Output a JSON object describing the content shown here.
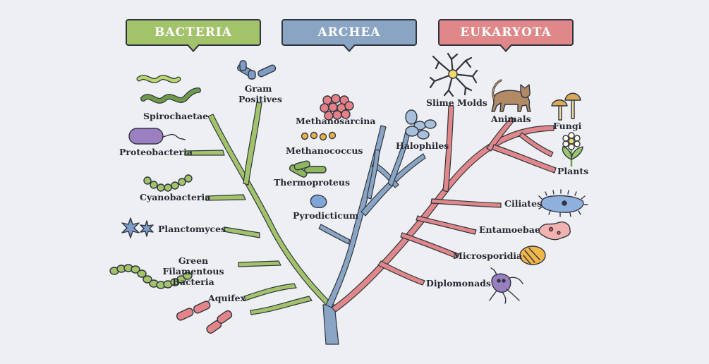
{
  "domains": {
    "bacteria": {
      "label": "BACTERIA",
      "color": "#a3c36b"
    },
    "archaea": {
      "label": "ARCHEA",
      "color": "#8aa5c4"
    },
    "eukaryota": {
      "label": "EUKARYOTA",
      "color": "#e08789"
    }
  },
  "bacteria_groups": {
    "gram_positives": "Gram\nPositives",
    "spirochaetae": "Spirochaetae",
    "proteobacteria": "Proteobacteria",
    "cyanobacteria": "Cyanobacteria",
    "planctomyces": "Planctomyces",
    "green_filamentous": "Green Filamentous\nBacteria",
    "aquifex": "Aquifex"
  },
  "archaea_groups": {
    "methanosarcina": "Methanosarcina",
    "methanococcus": "Methanococcus",
    "halophiles": "Halophiles",
    "thermoproteus": "Thermoproteus",
    "pyrodicticum": "Pyrodicticum"
  },
  "eukaryota_groups": {
    "slime_molds": "Slime Molds",
    "animals": "Animals",
    "fungi": "Fungi",
    "plants": "Plants",
    "ciliates": "Ciliates",
    "entamoebae": "Entamoebae",
    "microsporidia": "Microsporidia",
    "diplomonads": "Diplomonads"
  },
  "colors": {
    "outline": "#2f3540",
    "trunk": "#8aa5c4",
    "spirochaete_light": "#b9d86a",
    "spirochaete_dark": "#6f9a4a",
    "proteo": "#9b7fc1",
    "cyano": "#a3c36b",
    "star": "#7f9cc6",
    "filament": "#a3c36b",
    "aquifex": "#e38488",
    "methanosarcina": "#e58086",
    "methanococcus": "#e8b148",
    "halophile": "#a8c0dc",
    "thermoproteus": "#8eb65d",
    "pyrodicticum": "#7ea6d6",
    "gram_pos": "#7e9cc6",
    "animal": "#b28a66",
    "fungi": "#d9a95a",
    "plant_leaf": "#9dc66b",
    "flower": "#f3d86a",
    "ciliate": "#8fb0dc",
    "entamoeba": "#f2b3b0",
    "microsporidia": "#f0b64a",
    "diplomonad": "#9a7fc0"
  },
  "icons": [
    "spirochaete-icon",
    "proteobacteria-icon",
    "cyanobacteria-icon",
    "planctomyces-icon",
    "filament-icon",
    "aquifex-icon",
    "gram-positive-icon",
    "methanosarcina-icon",
    "methanococcus-icon",
    "halophile-icon",
    "thermoproteus-icon",
    "pyrodicticum-icon",
    "slime-mold-icon",
    "cat-icon",
    "mushroom-icon",
    "flower-icon",
    "ciliate-icon",
    "amoeba-icon",
    "microsporidia-icon",
    "diplomonad-icon"
  ]
}
